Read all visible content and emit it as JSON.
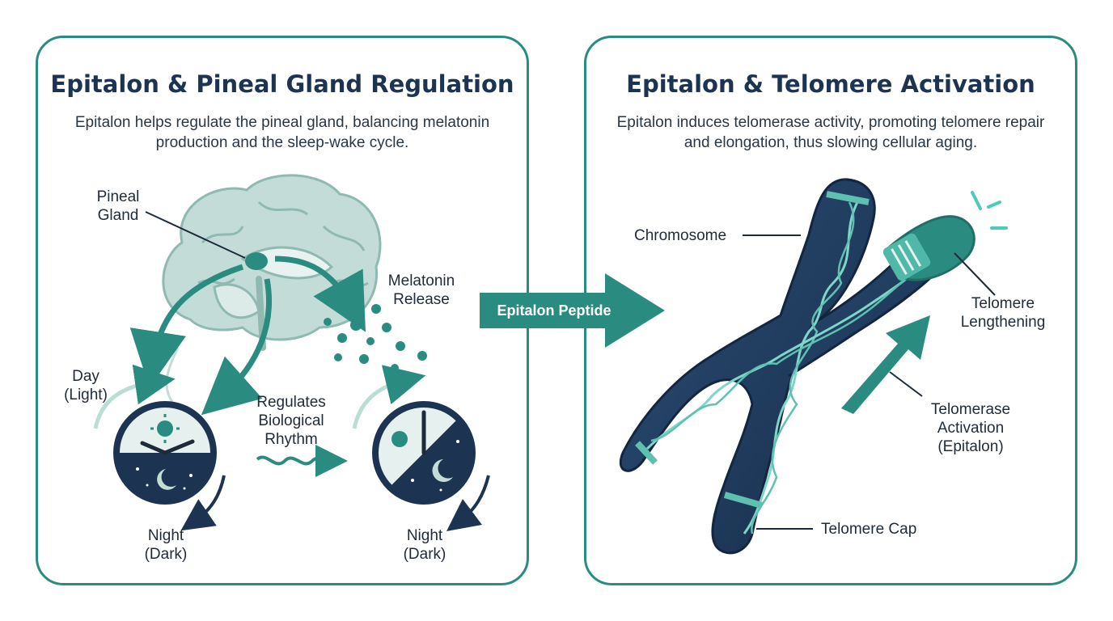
{
  "left_panel": {
    "title": "Epitalon & Pineal Gland Regulation",
    "subtitle": "Epitalon helps regulate the pineal gland, balancing melatonin production and the sleep-wake cycle.",
    "labels": {
      "pineal_gland": "Pineal\nGland",
      "melatonin_release": "Melatonin\nRelease",
      "day_light": "Day\n(Light)",
      "regulates_rhythm": "Regulates\nBiological\nRhythm",
      "night_dark_left": "Night\n(Dark)",
      "night_dark_right": "Night\n(Dark)"
    }
  },
  "center_arrow": {
    "label": "Epitalon Peptide"
  },
  "right_panel": {
    "title": "Epitalon & Telomere Activation",
    "subtitle": "Epitalon induces telomerase activity, promoting telomere repair and elongation, thus slowing cellular aging.",
    "labels": {
      "chromosome": "Chromosome",
      "telomere_lengthening": "Telomere\nLengthening",
      "telomerase_activation": "Telomerase\nActivation\n(Epitalon)",
      "telomere_cap": "Telomere Cap"
    }
  },
  "colors": {
    "teal": "#2a8c80",
    "navy": "#1c3452",
    "brain": "#c3dcd7"
  }
}
